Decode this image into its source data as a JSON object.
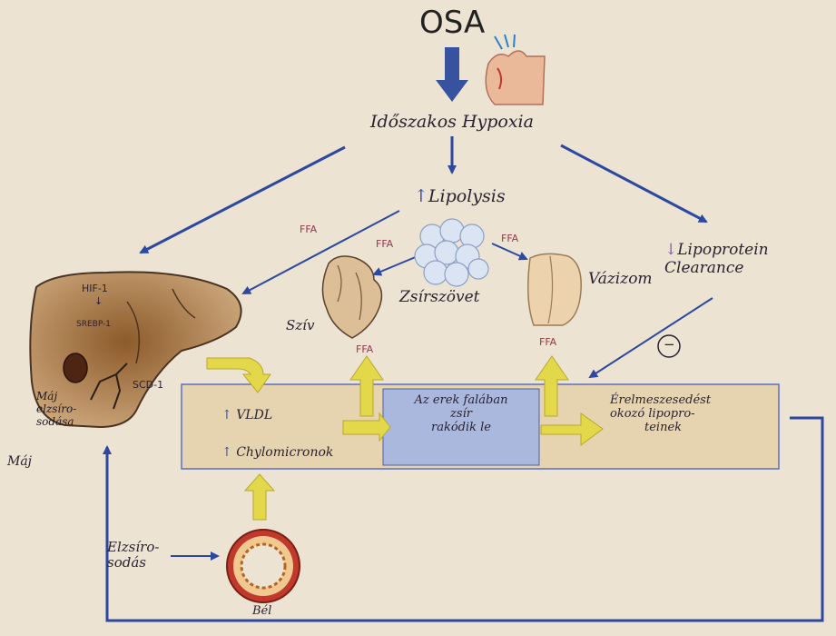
{
  "title": "OSA",
  "hypoxia": "Időszakos Hypoxia",
  "lipolysis": "Lipolysis",
  "ffa": "FFA",
  "adipose": "Zsírszövet",
  "heart": "Szív",
  "muscle": "Vázizom",
  "lipoprotein_clearance": [
    "Lipoprotein",
    "Clearance"
  ],
  "minus": "−",
  "liver": {
    "hif": "HIF-1",
    "srebp": "SREBP-1",
    "scd": "SCD-1",
    "fatty": [
      "Máj",
      "elzsíro-",
      "sodása"
    ],
    "label": "Máj"
  },
  "vldl": "VLDL",
  "chylomicron": "Chylomicronok",
  "vessel_text": [
    "Az erek falában",
    "zsír",
    "rakódik le"
  ],
  "atherogenic": [
    "Érelmeszesedést",
    "okozó lipopro-",
    "teinek"
  ],
  "atherosclerosis": [
    "Elzsíro-",
    "sodás"
  ],
  "intestine": "Bél",
  "colors": {
    "blue_arrow": "#2c48a0",
    "yellow_arrow": "#e3d84a",
    "liver_brown": "#8a5a2c",
    "box_fill": "#e3cfa8",
    "box_border": "#5d6fc0",
    "center_box": "#a9b8dc"
  }
}
